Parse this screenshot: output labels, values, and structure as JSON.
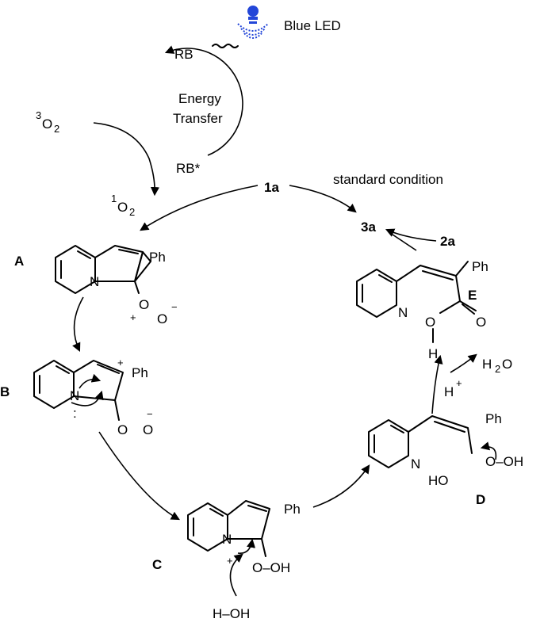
{
  "light": {
    "label": "Blue LED",
    "icon": "led-bulb-icon",
    "color": "#2346d8"
  },
  "cycle": {
    "center_line1": "Energy",
    "center_line2": "Transfer",
    "rb": "RB",
    "rb_star": "RB*",
    "triplet_o2_sup": "3",
    "triplet_o2": "O",
    "triplet_o2_sub": "2",
    "singlet_o2_sup": "1",
    "singlet_o2": "O",
    "singlet_o2_sub": "2"
  },
  "reaction": {
    "start": "1a",
    "condition": "standard condition",
    "product": "3a",
    "reagent": "2a"
  },
  "intermediates": {
    "A": {
      "label": "A",
      "ph": "Ph",
      "n": "N",
      "o1": "O",
      "o2": "O",
      "plus": "+",
      "minus": "−"
    },
    "B": {
      "label": "B",
      "ph": "Ph",
      "n": "N",
      "o1": "O",
      "o2": "O",
      "plus": "+",
      "minus": "−",
      "lone_pair": ":"
    },
    "C": {
      "label": "C",
      "ph": "Ph",
      "n": "N",
      "plus": "+",
      "ooh": "O–OH",
      "water": "H–OH"
    },
    "D": {
      "label": "D",
      "ph": "Ph",
      "n": "N",
      "ho": "HO",
      "ooh": "O–OH",
      "water_out": "H",
      "water_out_sub": "2",
      "water_out_o": "O",
      "h_plus": "H",
      "h_plus_sup": "+"
    },
    "E": {
      "label": "E",
      "ph": "Ph",
      "n": "N",
      "o_dbl": "O",
      "o_h": "O",
      "h": "H"
    }
  }
}
